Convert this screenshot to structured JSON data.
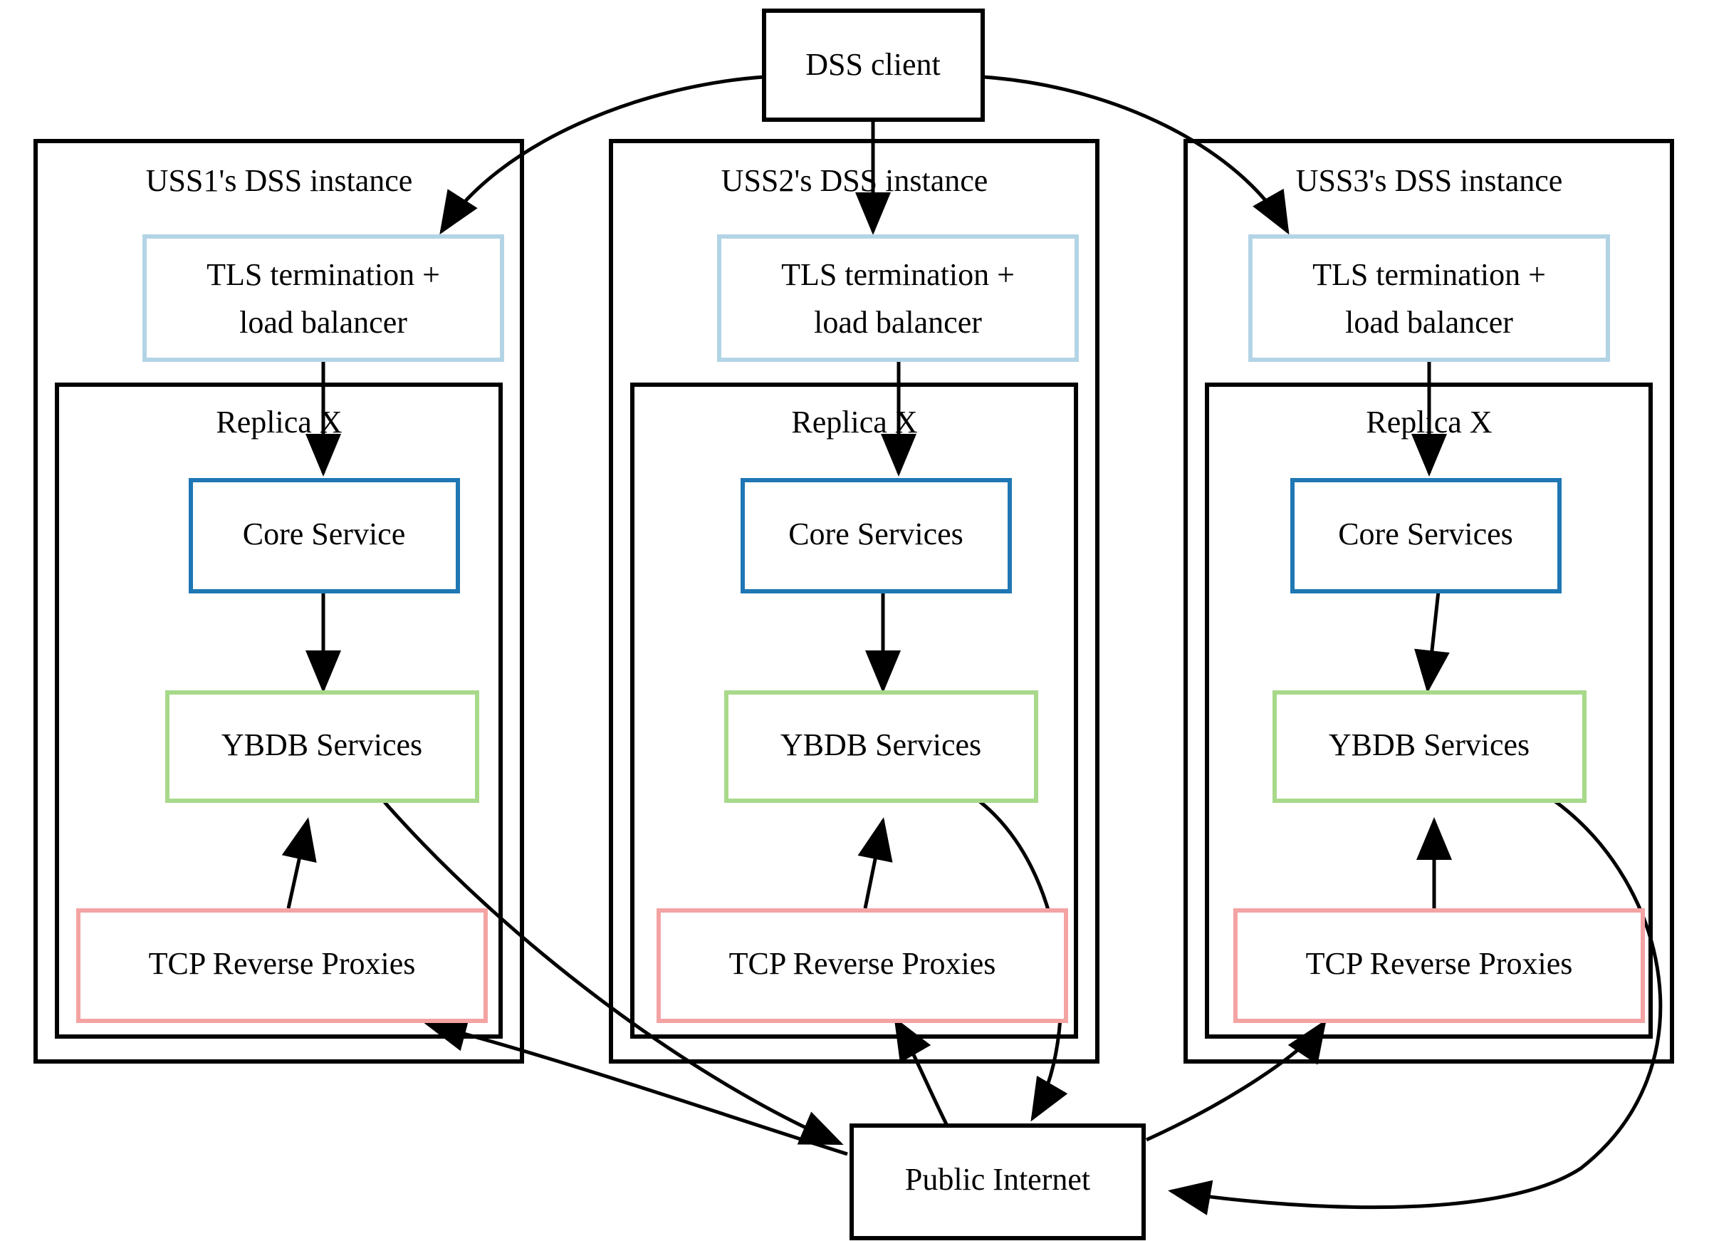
{
  "diagram": {
    "title_node": {
      "label": "DSS client"
    },
    "public_node": {
      "label": "Public Internet"
    },
    "instances": [
      {
        "group_label": "USS1's DSS instance",
        "replica_label": "Replica X",
        "tls_label_line1": "TLS termination +",
        "tls_label_line2": "load balancer",
        "core_label": "Core Service",
        "ybdb_label": "YBDB Services",
        "proxy_label": "TCP Reverse Proxies"
      },
      {
        "group_label": "USS2's DSS instance",
        "replica_label": "Replica X",
        "tls_label_line1": "TLS termination +",
        "tls_label_line2": "load balancer",
        "core_label": "Core Services",
        "ybdb_label": "YBDB Services",
        "proxy_label": "TCP Reverse Proxies"
      },
      {
        "group_label": "USS3's DSS instance",
        "replica_label": "Replica X",
        "tls_label_line1": "TLS termination +",
        "tls_label_line2": "load balancer",
        "core_label": "Core Services",
        "ybdb_label": "YBDB Services",
        "proxy_label": "TCP Reverse Proxies"
      }
    ],
    "colors": {
      "tls_border": "#b3d4e5",
      "core_border": "#1f77b4",
      "ybdb_border": "#a8d98a",
      "proxy_border": "#f4a3a3",
      "plain_border": "#000000",
      "background": "#ffffff",
      "text": "#000000",
      "edge": "#000000"
    }
  }
}
